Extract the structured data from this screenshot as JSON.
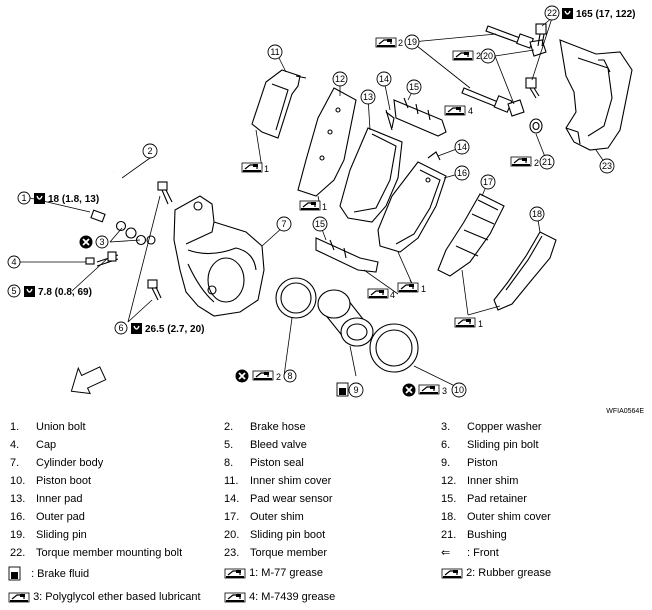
{
  "code": "WFIA0564E",
  "torques": {
    "t1": "18 (1.8, 13)",
    "t5": "7.8 (0.8, 69)",
    "t6": "26.5 (2.7, 20)",
    "t22": "165 (17, 122)"
  },
  "grease_refs": {
    "g_pin_upper": "2",
    "g_pin_lower": "2",
    "g_pin_lower2": "2",
    "g_retainer15": "4",
    "g_retainer15b": "4",
    "g_pad_outer": "1",
    "g_pad_inner": "1",
    "g_cover11": "1",
    "g_shim18": "1",
    "g_seal8": "2",
    "g_boot10": "3"
  },
  "callouts": [
    "1",
    "2",
    "3",
    "4",
    "5",
    "6",
    "7",
    "8",
    "9",
    "10",
    "11",
    "12",
    "13",
    "14",
    "15",
    "16",
    "17",
    "18",
    "19",
    "20",
    "21",
    "22",
    "23"
  ],
  "legend": [
    {
      "num": "1.",
      "label": "Union bolt"
    },
    {
      "num": "2.",
      "label": "Brake hose"
    },
    {
      "num": "3.",
      "label": "Copper washer"
    },
    {
      "num": "4.",
      "label": "Cap"
    },
    {
      "num": "5.",
      "label": "Bleed valve"
    },
    {
      "num": "6.",
      "label": "Sliding pin bolt"
    },
    {
      "num": "7.",
      "label": "Cylinder body"
    },
    {
      "num": "8.",
      "label": "Piston seal"
    },
    {
      "num": "9.",
      "label": "Piston"
    },
    {
      "num": "10.",
      "label": "Piston boot"
    },
    {
      "num": "11.",
      "label": "Inner shim cover"
    },
    {
      "num": "12.",
      "label": "Inner shim"
    },
    {
      "num": "13.",
      "label": "Inner pad"
    },
    {
      "num": "14.",
      "label": "Pad wear sensor"
    },
    {
      "num": "15.",
      "label": "Pad retainer"
    },
    {
      "num": "16.",
      "label": "Outer pad"
    },
    {
      "num": "17.",
      "label": "Outer shim"
    },
    {
      "num": "18.",
      "label": "Outer shim cover"
    },
    {
      "num": "19.",
      "label": "Sliding pin"
    },
    {
      "num": "20.",
      "label": "Sliding pin boot"
    },
    {
      "num": "21.",
      "label": "Bushing"
    },
    {
      "num": "22.",
      "label": "Torque member mounting bolt"
    },
    {
      "num": "23.",
      "label": "Torque member"
    },
    {
      "num": "⇐",
      "label": ": Front"
    }
  ],
  "symbols": [
    {
      "icon": "brake-fluid-icon",
      "label": ": Brake fluid"
    },
    {
      "icon": "grease-icon",
      "label": "1: M-77 grease"
    },
    {
      "icon": "grease-icon",
      "label": "2: Rubber grease"
    },
    {
      "icon": "grease-icon",
      "label": "3: Polyglycol ether based lubricant"
    },
    {
      "icon": "grease-icon",
      "label": "4: M-7439 grease"
    }
  ]
}
